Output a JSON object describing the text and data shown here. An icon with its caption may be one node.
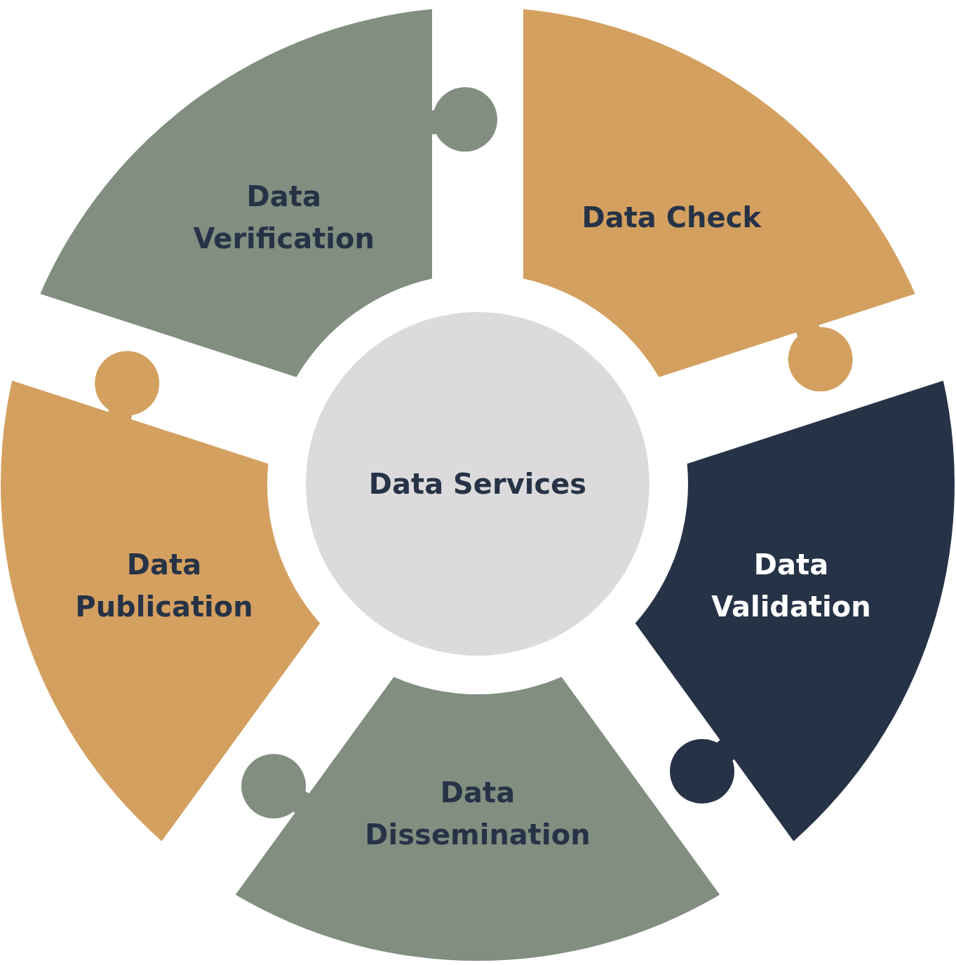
{
  "diagram": {
    "nodes": [
      {
        "text": [
          "Data Verification"
        ]
      },
      {
        "text": [
          "Data Check"
        ]
      },
      {
        "text": [
          "Data Publication"
        ]
      },
      {
        "text": [
          "Data Services"
        ]
      },
      {
        "text": [
          "Data Validation"
        ]
      },
      {
        "text": [
          "Data Dissemination"
        ]
      }
    ]
  }
}
